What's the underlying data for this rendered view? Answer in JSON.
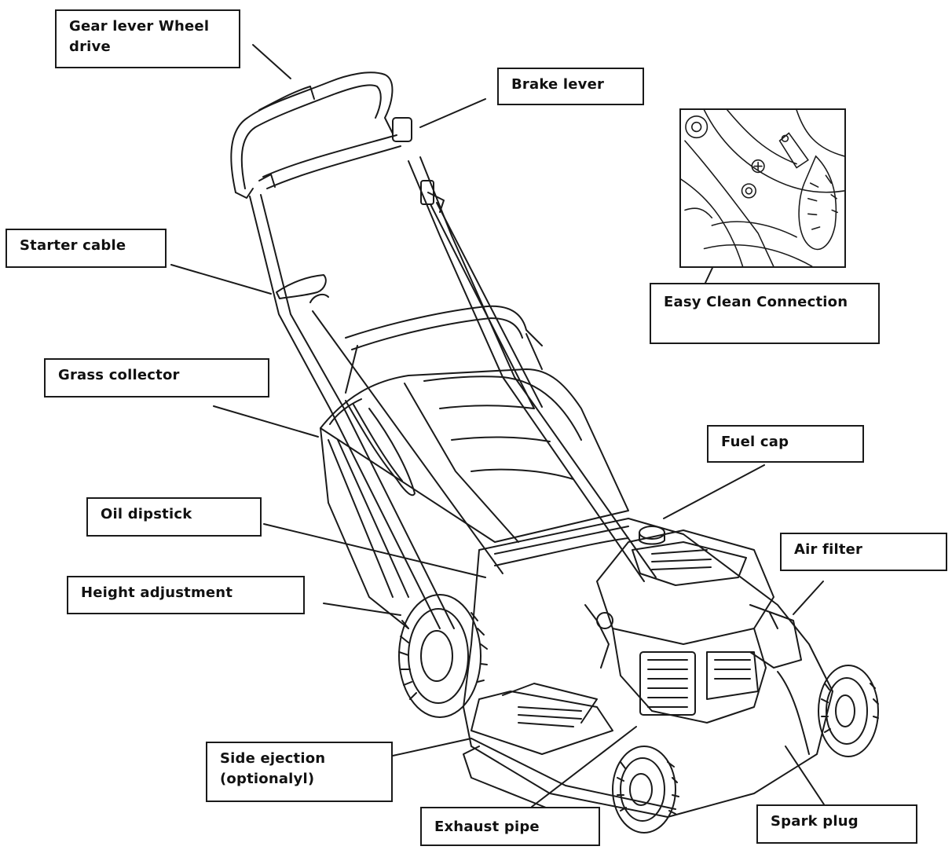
{
  "labels": {
    "gear_lever": "Gear lever Wheel drive",
    "brake_lever": "Brake lever",
    "starter_cable": "Starter cable",
    "easy_clean": "Easy Clean Connection",
    "grass_collector": "Grass collector",
    "fuel_cap": "Fuel cap",
    "oil_dipstick": "Oil dipstick",
    "air_filter": "Air filter",
    "height_adjustment": "Height adjustment",
    "side_ejection": "Side ejection (optionalyl)",
    "exhaust_pipe": "Exhaust pipe",
    "spark_plug": "Spark plug"
  },
  "colors": {
    "line": "#1a1a1a",
    "background": "#ffffff"
  }
}
